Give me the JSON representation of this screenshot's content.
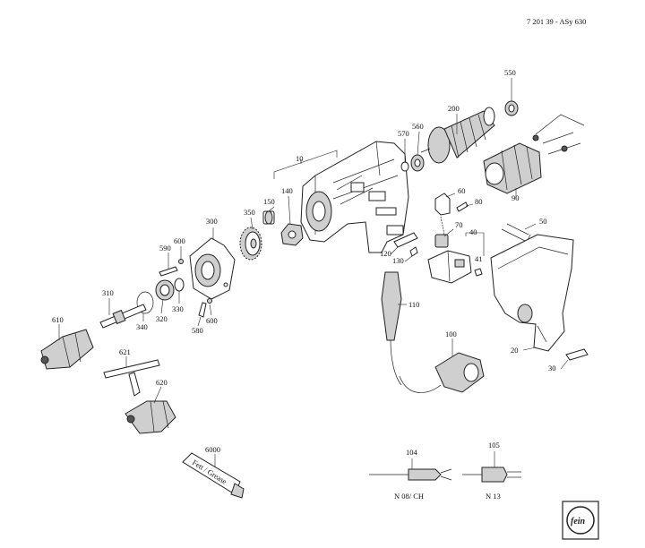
{
  "document_code": "7 201 39 - ASy 630",
  "grease_tube_text": "Fett / Grease",
  "plug_variants": [
    {
      "id": "104",
      "label": "N 08/ CH"
    },
    {
      "id": "105",
      "label": "N 13"
    }
  ],
  "part_labels": [
    "550",
    "200",
    "560",
    "570",
    "10",
    "150",
    "140",
    "350",
    "300",
    "600",
    "590",
    "60",
    "80",
    "90",
    "70",
    "50",
    "40",
    "41",
    "120",
    "130",
    "110",
    "100",
    "20",
    "30",
    "310",
    "320",
    "330",
    "340",
    "580",
    "600",
    "610",
    "621",
    "620",
    "6000"
  ],
  "logo_text": "fein"
}
